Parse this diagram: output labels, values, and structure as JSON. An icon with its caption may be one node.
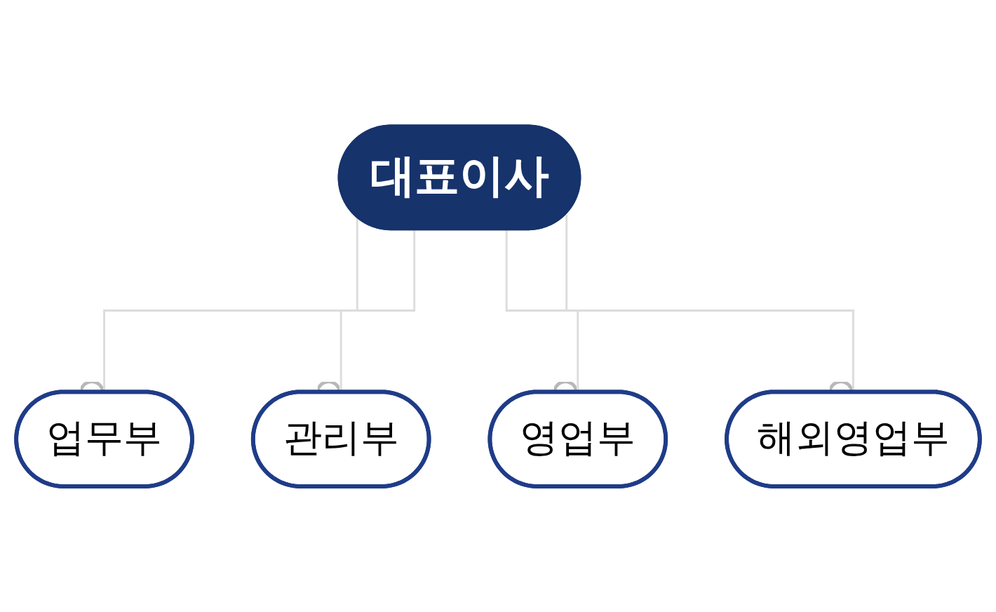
{
  "diagram": {
    "nodes": [
      {
        "text": [
          "대표이사"
        ]
      },
      {
        "text": [
          "업무부"
        ]
      },
      {
        "text": [
          "관리부"
        ]
      },
      {
        "text": [
          "영업부"
        ]
      },
      {
        "text": [
          "해외영업부"
        ]
      }
    ],
    "edges": [
      {
        "from": 0,
        "to": 1,
        "arrow": "other"
      },
      {
        "from": 0,
        "to": 2,
        "arrow": "other"
      },
      {
        "from": 0,
        "to": 3,
        "arrow": "other"
      },
      {
        "from": 0,
        "to": 4,
        "arrow": "other"
      }
    ]
  }
}
